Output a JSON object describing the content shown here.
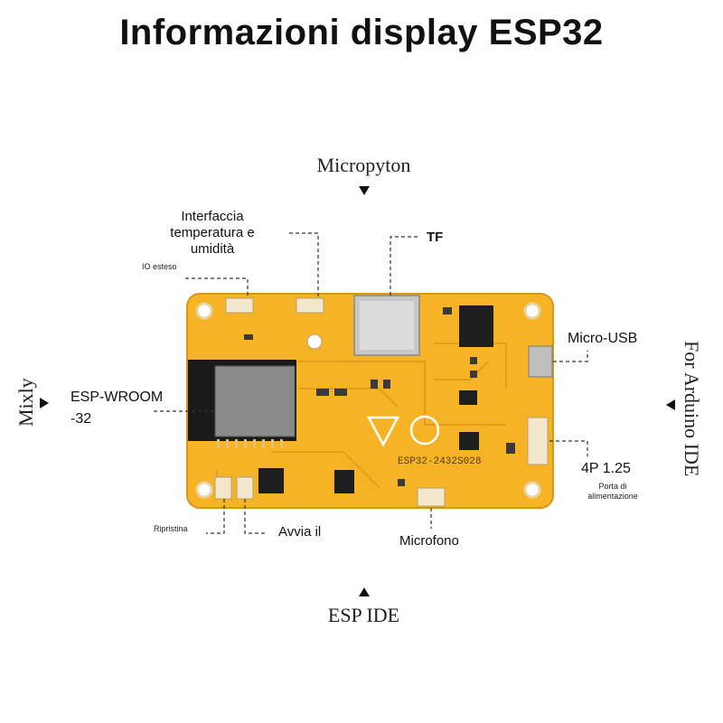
{
  "title": "Informazioni display ESP32",
  "platforms": {
    "top": "Micropyton",
    "bottom": "ESP IDE",
    "left": "Mixly",
    "right": "For Arduino IDE"
  },
  "labels": {
    "temp_interface": "Interfaccia temperatura e umidità",
    "io_extended": "IO esteso",
    "tf": "TF",
    "micro_usb": "Micro-USB",
    "esp_wroom": "ESP-WROOM -32",
    "power_connector": "4P 1.25",
    "power_port": "Porta di alimentazione",
    "reset": "Ripristina",
    "boot": "Avvia il",
    "microphone": "Microfono"
  },
  "board": {
    "silkscreen": "ESP32-2432S028",
    "color": "#f5b325",
    "module_color": "#1a1a1a"
  }
}
